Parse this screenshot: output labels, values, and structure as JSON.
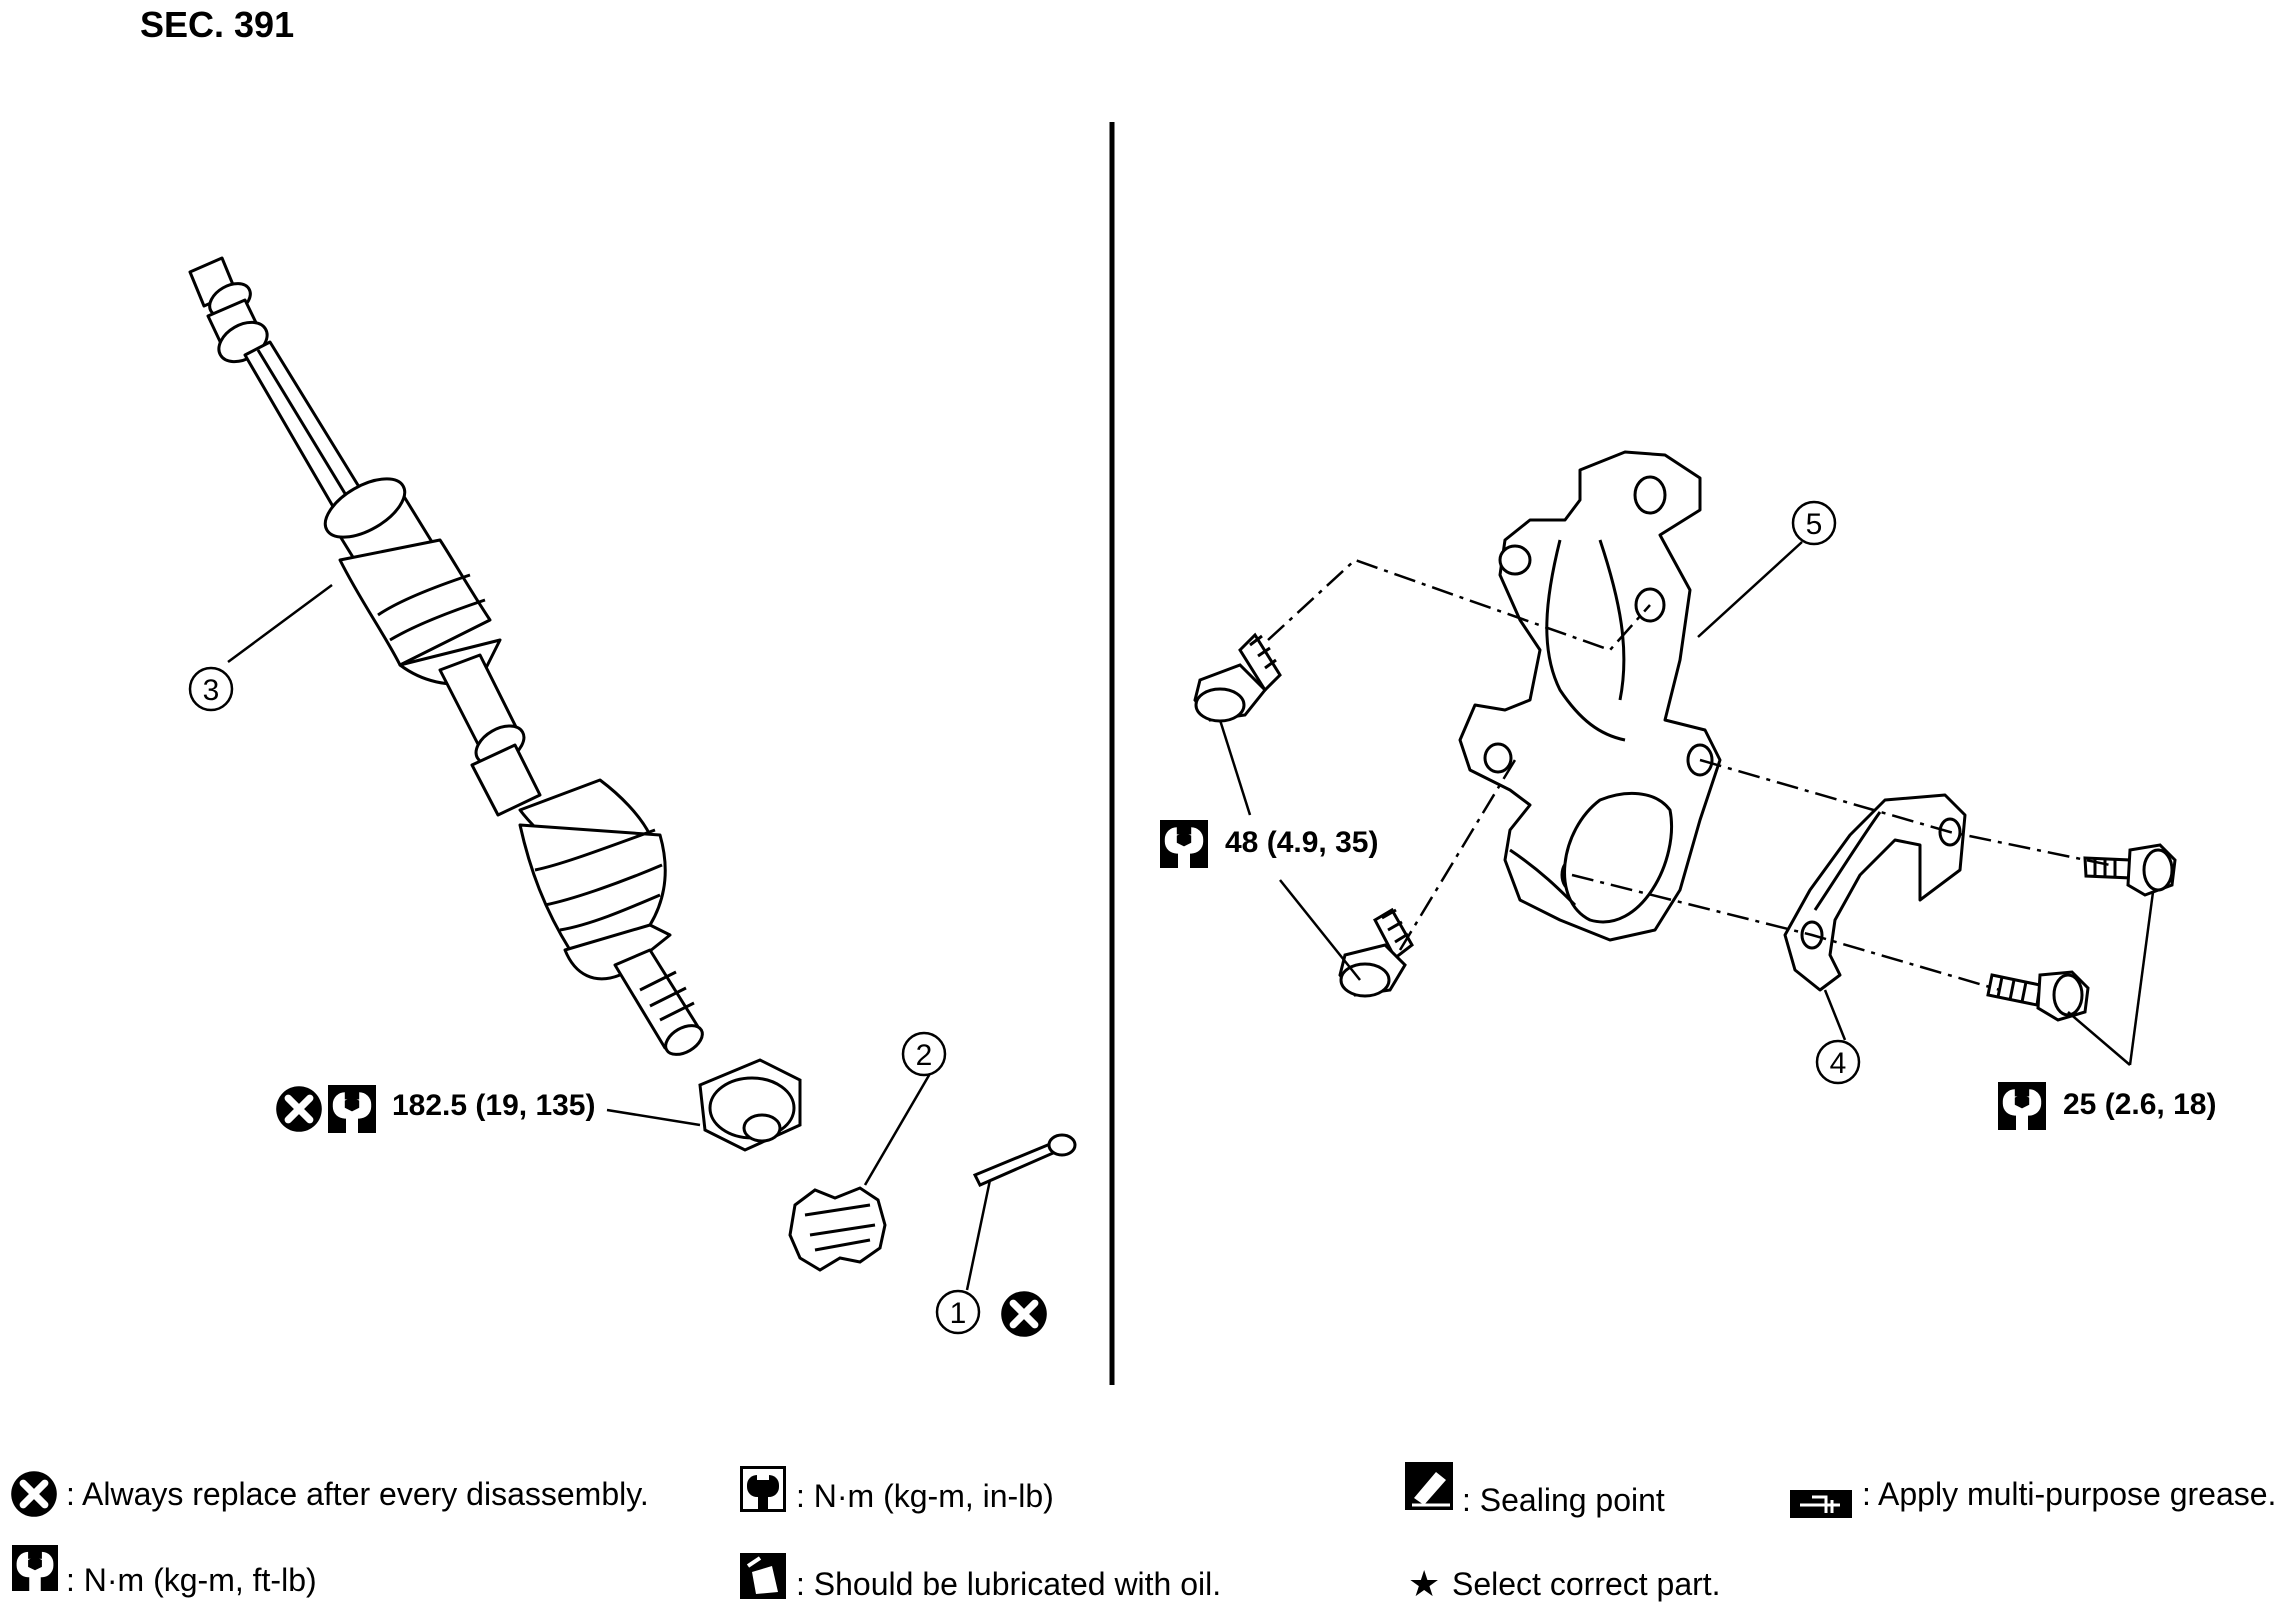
{
  "section": "SEC. 391",
  "callouts": [
    "1",
    "2",
    "3",
    "4",
    "5"
  ],
  "torques": {
    "nut": "182.5 (19, 135)",
    "upper_bolts": "48 (4.9, 35)",
    "lower_bolts": "25 (2.6, 18)"
  },
  "legend": {
    "replace": ": Always replace after every disassembly.",
    "nm_ft": ": N·m (kg-m, ft-lb)",
    "nm_in": ": N·m (kg-m, in-lb)",
    "oil": ": Should be lubricated with oil.",
    "sealing": ": Sealing point",
    "select": "Select correct part.",
    "grease": ": Apply multi-purpose grease."
  },
  "icons": [
    "replace-icon",
    "torque-wrench-icon",
    "torque-in-lb-icon",
    "oil-icon",
    "sealing-icon",
    "star-icon",
    "grease-icon"
  ]
}
